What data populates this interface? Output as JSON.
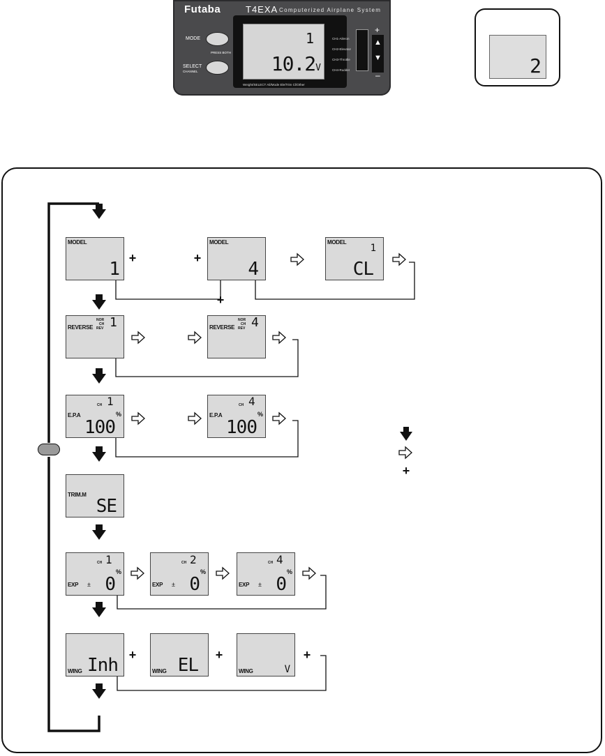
{
  "transmitter": {
    "brand": "Futaba",
    "model": "T4EXA",
    "tagline": "Computerized Airplane System",
    "mode_button": "MODE",
    "select_button": "SELECT",
    "select_sub": "CHANNEL",
    "press_label": "PRESS BOTH",
    "screen_model_number": "1",
    "screen_voltage": "10.2",
    "screen_unit": "V",
    "bottom_labels": "Weight/SELECT  Ail/Mode  Ele/Trim  Cl/Other",
    "side_labels": [
      "CH1-Aileron",
      "CH2-Elevator",
      "CH3-Throttle",
      "CH4-Rudder"
    ],
    "plus": "+",
    "minus": "–",
    "arrow_up": "▲",
    "arrow_down": "▼"
  },
  "inset": {
    "value": "2"
  },
  "flow": {
    "model": {
      "label": "MODEL",
      "screen1_value": "1",
      "screen2_value": "4",
      "screen3_number": "1",
      "screen3_value": "CL"
    },
    "reverse": {
      "label": "REVERSE",
      "nor": "NOR",
      "ch": "CH",
      "rev": "REV",
      "screen1_ch": "1",
      "screen2_ch": "4"
    },
    "epa": {
      "label": "E.P.A",
      "ch": "CH",
      "screen1_ch": "1",
      "screen2_ch": "4",
      "value": "100",
      "unit": "%"
    },
    "trim": {
      "label": "TRIM.M",
      "value": "SE"
    },
    "exp": {
      "label": "EXP",
      "pm": "±",
      "ch": "CH",
      "screen1_ch": "1",
      "screen2_ch": "2",
      "screen3_ch": "4",
      "value": "0",
      "unit": "%"
    },
    "wing": {
      "label": "WING",
      "screen1_value": "Inh",
      "screen2_value": "EL",
      "screen3_value": "V"
    },
    "plus": "+"
  },
  "legend": {
    "solid_arrow": "down-arrow-solid",
    "hollow_arrow": "right-arrow-hollow",
    "plus": "+"
  }
}
